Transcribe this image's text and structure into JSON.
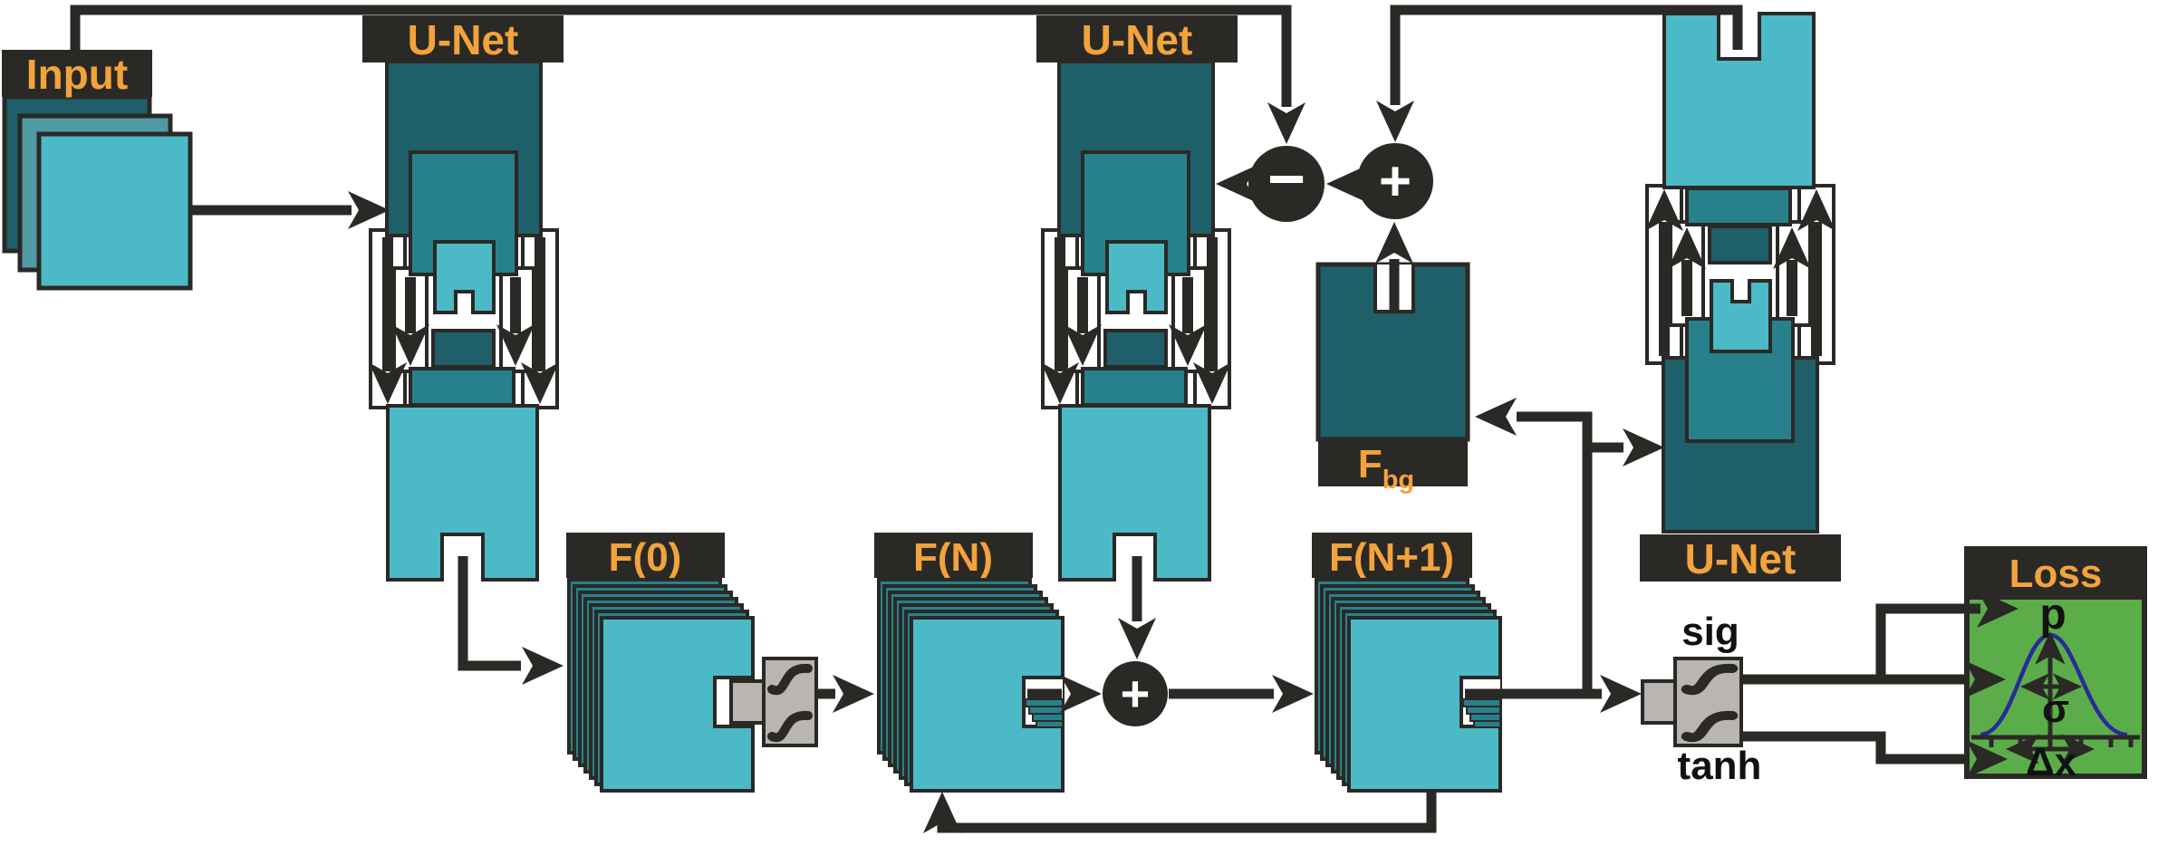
{
  "figure": {
    "type": "neural-network-architecture-diagram",
    "colors": {
      "teal_dark": "#1e5f6a",
      "teal_medium": "#27818c",
      "teal_light": "#4cb9c6",
      "teal_muted": "#4f9aa3",
      "label_black": "#2b2926",
      "label_orange": "#f2a33c",
      "activation_gray": "#b9b5b2",
      "loss_green": "#5bad4a",
      "gaussian_navy": "#2a2a99",
      "background": "#ffffff"
    },
    "nodes": {
      "input": {
        "label": "Input"
      },
      "unet_left": {
        "label": "U-Net"
      },
      "unet_middle": {
        "label": "U-Net"
      },
      "unet_right": {
        "label": "U-Net"
      },
      "f0": {
        "label": "F(0)"
      },
      "fn": {
        "label": "F(N)"
      },
      "fn_plus_1": {
        "label": "F(N+1)"
      },
      "f_bg": {
        "label_main": "F",
        "label_sub": "bg"
      },
      "activation_sig": {
        "label": "sig"
      },
      "activation_tanh": {
        "label": "tanh"
      },
      "op_minus": {
        "symbol": "−"
      },
      "op_plus_top": {
        "symbol": "+"
      },
      "op_plus_mid": {
        "symbol": "+"
      },
      "loss": {
        "label": "Loss",
        "param_p": "p",
        "param_sigma": "σ",
        "param_dx": "Δx"
      }
    }
  }
}
